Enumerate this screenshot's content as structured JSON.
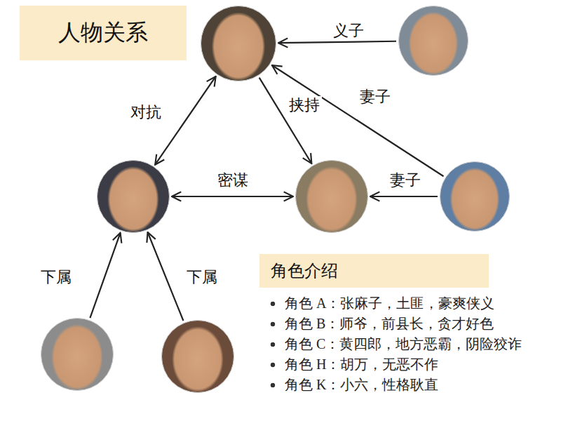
{
  "diagram": {
    "title": "人物关系",
    "nodes": [
      {
        "text": []
      },
      {
        "text": []
      },
      {
        "text": []
      },
      {
        "text": []
      },
      {
        "text": []
      },
      {
        "text": [
          "角色介绍"
        ]
      },
      {
        "text": []
      },
      {
        "text": []
      }
    ],
    "edges": [
      {
        "from": 1,
        "to": 0,
        "label": "义子",
        "arrow": "to"
      },
      {
        "from": 0,
        "to": 2,
        "label": "对抗",
        "arrow": "both"
      },
      {
        "from": 0,
        "to": 3,
        "label": "挟持",
        "arrow": "to"
      },
      {
        "from": 4,
        "to": 0,
        "label": "妻子",
        "arrow": "to"
      },
      {
        "from": 2,
        "to": 3,
        "label": "密谋",
        "arrow": "both"
      },
      {
        "from": 4,
        "to": 3,
        "label": "妻子",
        "arrow": "to"
      },
      {
        "from": 6,
        "to": 2,
        "label": "下属",
        "arrow": "to"
      },
      {
        "from": 7,
        "to": 2,
        "label": "下属",
        "arrow": "to"
      }
    ],
    "labels": [
      "角色 A：张麻子，土匪，豪爽侠义",
      "角色 B：师爷，前县长，贪才好色",
      "角色 C：黄四郎，地方恶霸，阴险狡诈",
      "角色 H：胡万，无恶不作",
      "角色 K：小六，性格耿直"
    ]
  }
}
